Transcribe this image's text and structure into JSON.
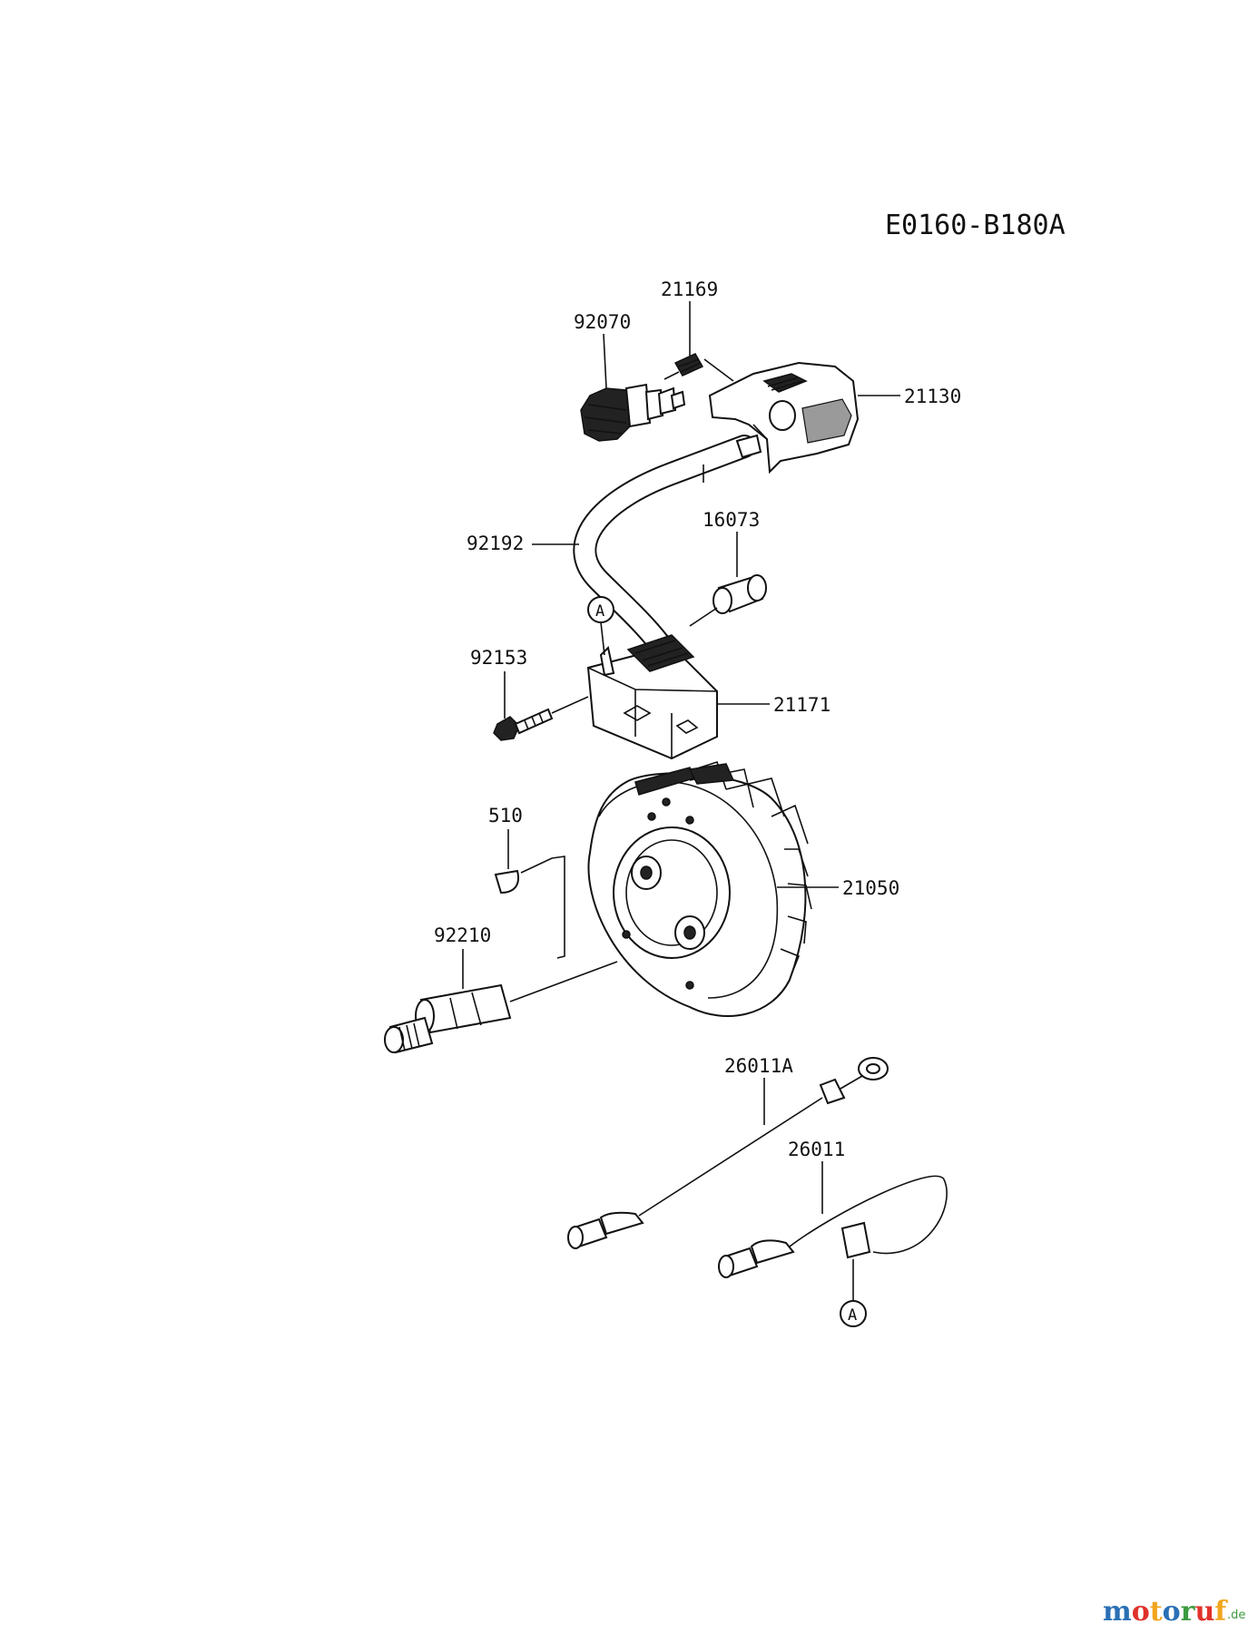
{
  "diagram_code": "E0160-B180A",
  "watermark": {
    "brand": "motoruf",
    "suffix": ".de",
    "colors": [
      "#2a6fb5",
      "#e0312b",
      "#f2a51e",
      "#2a6fb5",
      "#3a9b3f",
      "#e0312b",
      "#f2a51e"
    ]
  },
  "parts": {
    "p21169": "21169",
    "p92070": "92070",
    "p21130": "21130",
    "p92192": "92192",
    "p16073": "16073",
    "p92153": "92153",
    "p21171": "21171",
    "p510": "510",
    "p21050": "21050",
    "p92210": "92210",
    "p26011A": "26011A",
    "p26011": "26011"
  },
  "refs": {
    "a1": "A",
    "a2": "A"
  }
}
